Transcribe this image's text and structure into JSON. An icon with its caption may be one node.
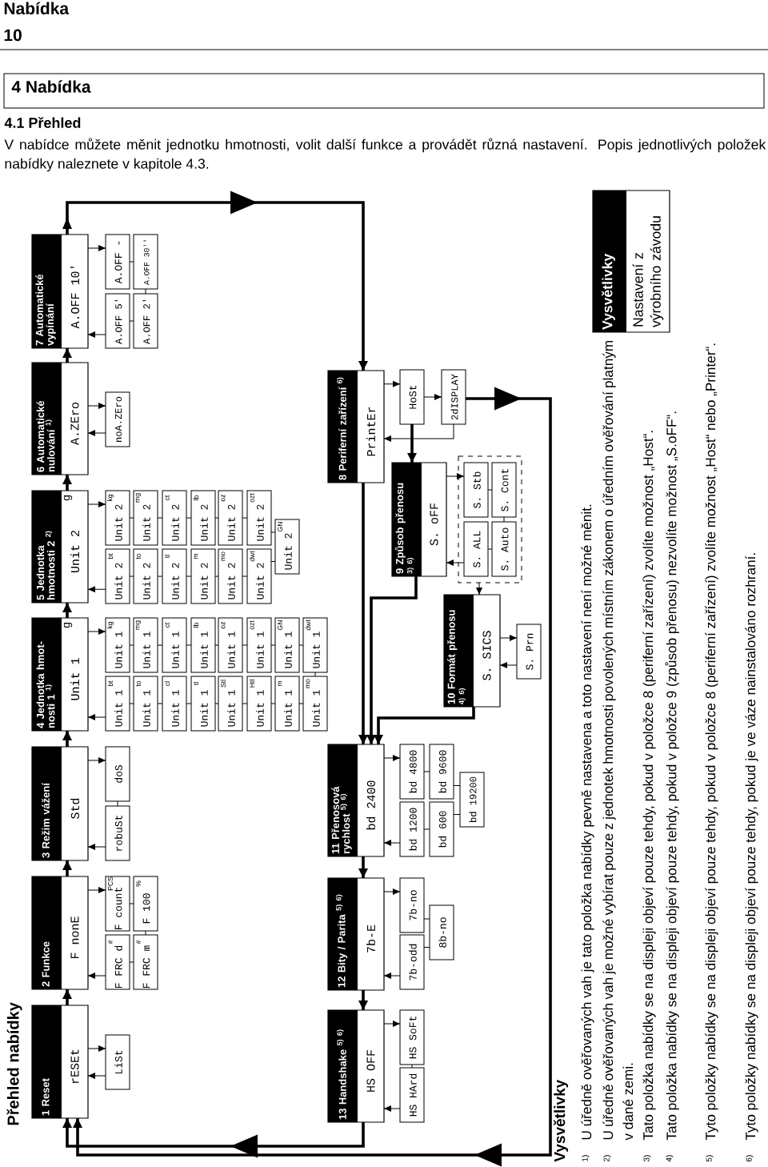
{
  "diagram": {
    "title": "Přehled nabídky",
    "nodes": [
      {
        "text": [
          "1 Reset",
          "rESEt"
        ]
      },
      {
        "text": [
          "LiSt"
        ]
      },
      {
        "text": [
          "2 Funkce",
          "F nonE"
        ]
      },
      {
        "text": [
          "F count",
          "PCS"
        ]
      },
      {
        "text": [
          "F 100",
          "%"
        ]
      },
      {
        "text": [
          "F FRC m",
          "#"
        ]
      },
      {
        "text": [
          "F FRC d",
          "#"
        ]
      },
      {
        "text": [
          "3 Režim vážení",
          "Std"
        ]
      },
      {
        "text": [
          "doS"
        ]
      },
      {
        "text": [
          "robuSt"
        ]
      },
      {
        "text": [
          "4 Jednotka hmot- nosti 1 $^{1)}$",
          "Unit 1",
          "g"
        ]
      },
      {
        "text": [
          "Unit 1",
          "kg"
        ]
      },
      {
        "text": [
          "Unit 1",
          "mg"
        ]
      },
      {
        "text": [
          "Unit 1",
          "ct"
        ]
      },
      {
        "text": [
          "Unit 1",
          "lb"
        ]
      },
      {
        "text": [
          "Unit 1",
          "oz"
        ]
      },
      {
        "text": [
          "Unit 1",
          "ozt"
        ]
      },
      {
        "text": [
          "Unit 1",
          "GN"
        ]
      },
      {
        "text": [
          "Unit 1",
          "dwt"
        ]
      },
      {
        "text": [
          "Unit 1",
          "bt"
        ]
      },
      {
        "text": [
          "Unit 1",
          "to"
        ]
      },
      {
        "text": [
          "Unit 1",
          "cl"
        ]
      },
      {
        "text": [
          "Unit 1",
          "tl"
        ]
      },
      {
        "text": [
          "Unit 1",
          "Stl"
        ]
      },
      {
        "text": [
          "Unit 1",
          "Htl"
        ]
      },
      {
        "text": [
          "Unit 1",
          "m"
        ]
      },
      {
        "text": [
          "Unit 1",
          "mo"
        ]
      },
      {
        "text": [
          "5 Jednotka hmotnosti 2 $^{2)}$",
          "Unit 2",
          "g"
        ]
      },
      {
        "text": [
          "Unit 2",
          "kg"
        ]
      },
      {
        "text": [
          "Unit 2",
          "mg"
        ]
      },
      {
        "text": [
          "Unit 2",
          "ct"
        ]
      },
      {
        "text": [
          "Unit 2",
          "lb"
        ]
      },
      {
        "text": [
          "Unit 2",
          "oz"
        ]
      },
      {
        "text": [
          "Unit 2",
          "ozt"
        ]
      },
      {
        "text": [
          "Unit 2",
          "bt"
        ]
      },
      {
        "text": [
          "Unit 2",
          "to"
        ]
      },
      {
        "text": [
          "Unit 2",
          "tl"
        ]
      },
      {
        "text": [
          "Unit 2",
          "m"
        ]
      },
      {
        "text": [
          "Unit 2",
          "mo"
        ]
      },
      {
        "text": [
          "Unit 2",
          "dwt"
        ]
      },
      {
        "text": [
          "Unit 2",
          "GN"
        ]
      },
      {
        "text": [
          "6 Automatické nulování $^{1)}$",
          "A.ZEro"
        ]
      },
      {
        "text": [
          "noA.ZEro"
        ]
      },
      {
        "text": [
          "7 Automatické vypínání",
          "A.OFF 10'"
        ]
      },
      {
        "text": [
          "A.OFF -"
        ]
      },
      {
        "text": [
          "A.OFF 5'"
        ]
      },
      {
        "text": [
          "A.OFF 30''"
        ]
      },
      {
        "text": [
          "A.OFF 2'"
        ]
      },
      {
        "text": [
          "8 Periferní zařízení $^{6)}$",
          "PrintEr"
        ]
      },
      {
        "text": [
          "HoSt"
        ]
      },
      {
        "text": [
          "2dISPLAY"
        ]
      },
      {
        "text": [
          "9 Způsob přenosu $^{3) 6)}$",
          "S. oFF"
        ]
      },
      {
        "text": [],
        "shape": "box"
      },
      {
        "text": [
          "S. Stb"
        ],
        "in": 52
      },
      {
        "text": [
          "S. ALL"
        ],
        "in": 52
      },
      {
        "text": [
          "S. Cont"
        ],
        "in": 52
      },
      {
        "text": [
          "S. Auto"
        ],
        "in": 52
      },
      {
        "text": [
          "10 Formát přenosu $^{4) 6)}$",
          "S. SICS"
        ]
      },
      {
        "text": [
          "S. Prn"
        ]
      },
      {
        "text": [
          "11 Přenosová rychlost $^{5) 6)}$",
          "bd 2400"
        ]
      },
      {
        "text": [
          "bd 4800"
        ]
      },
      {
        "text": [
          "bd 1200"
        ]
      },
      {
        "text": [
          "bd 9600"
        ]
      },
      {
        "text": [
          "bd 600"
        ]
      },
      {
        "text": [
          "bd 19200"
        ]
      },
      {
        "text": [
          "12 Bity / Parita $^{5) 6)}$",
          "7b-E"
        ]
      },
      {
        "text": [
          "7b-no"
        ]
      },
      {
        "text": [
          "7b-odd"
        ]
      },
      {
        "text": [
          "8b-no"
        ]
      },
      {
        "text": [
          "13 Handshake $^{5) 6)}$",
          "HS OFF"
        ]
      },
      {
        "text": [
          "HS SoFt"
        ]
      },
      {
        "text": [
          "HS HArd"
        ]
      },
      {
        "text": [
          "Vysvětlivky",
          "Nastavení z výrobního závodu"
        ]
      }
    ],
    "edges": [
      {
        "from": 0,
        "to": 2,
        "arrow": "to",
        "style": "thick"
      },
      {
        "from": 2,
        "to": 7,
        "arrow": "to",
        "style": "thick"
      },
      {
        "from": 7,
        "to": 10,
        "arrow": "to",
        "style": "thick"
      },
      {
        "from": 10,
        "to": 27,
        "arrow": "to",
        "style": "thick"
      },
      {
        "from": 27,
        "to": 41,
        "arrow": "to",
        "style": "thick"
      },
      {
        "from": 41,
        "to": 43,
        "arrow": "to",
        "style": "thick"
      },
      {
        "from": 43,
        "to": 48,
        "arrow": "to",
        "style": "thick"
      },
      {
        "from": 48,
        "to": 59,
        "arrow": "to",
        "style": "thick"
      },
      {
        "from": 51,
        "to": 59,
        "arrow": "to",
        "style": "thick"
      },
      {
        "from": 57,
        "to": 59,
        "arrow": "to",
        "style": "thick"
      },
      {
        "from": 59,
        "to": 65,
        "arrow": "to",
        "style": "thick"
      },
      {
        "from": 65,
        "to": 69,
        "arrow": "to",
        "style": "thick"
      },
      {
        "from": 69,
        "to": 0,
        "arrow": "to",
        "style": "thick"
      },
      {
        "from": 50,
        "to": 0,
        "arrow": "to",
        "style": "thick"
      },
      {
        "from": 0,
        "to": 1,
        "arrow": "to"
      },
      {
        "from": 1,
        "to": 0,
        "arrow": "to"
      },
      {
        "from": 2,
        "to": 3,
        "arrow": "to"
      },
      {
        "from": 3,
        "to": 4,
        "arrow": "none"
      },
      {
        "from": 4,
        "to": 5,
        "arrow": "none"
      },
      {
        "from": 5,
        "to": 6,
        "arrow": "none"
      },
      {
        "from": 6,
        "to": 2,
        "arrow": "to"
      },
      {
        "from": 7,
        "to": 8,
        "arrow": "to"
      },
      {
        "from": 8,
        "to": 9,
        "arrow": "none"
      },
      {
        "from": 9,
        "to": 7,
        "arrow": "to"
      },
      {
        "from": 10,
        "to": 11,
        "arrow": "to"
      },
      {
        "from": 11,
        "to": 12,
        "arrow": "none"
      },
      {
        "from": 12,
        "to": 13,
        "arrow": "none"
      },
      {
        "from": 13,
        "to": 14,
        "arrow": "none"
      },
      {
        "from": 14,
        "to": 15,
        "arrow": "none"
      },
      {
        "from": 15,
        "to": 16,
        "arrow": "none"
      },
      {
        "from": 16,
        "to": 17,
        "arrow": "none"
      },
      {
        "from": 17,
        "to": 18,
        "arrow": "none"
      },
      {
        "from": 18,
        "to": 26,
        "arrow": "none"
      },
      {
        "from": 26,
        "to": 25,
        "arrow": "none"
      },
      {
        "from": 25,
        "to": 24,
        "arrow": "none"
      },
      {
        "from": 24,
        "to": 23,
        "arrow": "none"
      },
      {
        "from": 23,
        "to": 22,
        "arrow": "none"
      },
      {
        "from": 22,
        "to": 21,
        "arrow": "none"
      },
      {
        "from": 21,
        "to": 20,
        "arrow": "none"
      },
      {
        "from": 20,
        "to": 19,
        "arrow": "none"
      },
      {
        "from": 19,
        "to": 10,
        "arrow": "to"
      },
      {
        "from": 27,
        "to": 28,
        "arrow": "to"
      },
      {
        "from": 28,
        "to": 29,
        "arrow": "none"
      },
      {
        "from": 29,
        "to": 30,
        "arrow": "none"
      },
      {
        "from": 30,
        "to": 31,
        "arrow": "none"
      },
      {
        "from": 31,
        "to": 32,
        "arrow": "none"
      },
      {
        "from": 32,
        "to": 33,
        "arrow": "none"
      },
      {
        "from": 33,
        "to": 40,
        "arrow": "none"
      },
      {
        "from": 40,
        "to": 39,
        "arrow": "none"
      },
      {
        "from": 39,
        "to": 38,
        "arrow": "none"
      },
      {
        "from": 38,
        "to": 37,
        "arrow": "none"
      },
      {
        "from": 37,
        "to": 36,
        "arrow": "none"
      },
      {
        "from": 36,
        "to": 35,
        "arrow": "none"
      },
      {
        "from": 35,
        "to": 34,
        "arrow": "none"
      },
      {
        "from": 34,
        "to": 27,
        "arrow": "to"
      },
      {
        "from": 41,
        "to": 42,
        "arrow": "to"
      },
      {
        "from": 42,
        "to": 41,
        "arrow": "to"
      },
      {
        "from": 43,
        "to": 44,
        "arrow": "to"
      },
      {
        "from": 44,
        "to": 46,
        "arrow": "none"
      },
      {
        "from": 46,
        "to": 47,
        "arrow": "none"
      },
      {
        "from": 47,
        "to": 45,
        "arrow": "none"
      },
      {
        "from": 45,
        "to": 43,
        "arrow": "to"
      },
      {
        "from": 48,
        "to": 49,
        "arrow": "to"
      },
      {
        "from": 49,
        "to": 50,
        "arrow": "to"
      },
      {
        "from": 50,
        "to": 48,
        "arrow": "to"
      },
      {
        "from": 49,
        "to": 51,
        "arrow": "to",
        "style": "thick"
      },
      {
        "from": 51,
        "to": 53,
        "arrow": "to"
      },
      {
        "from": 53,
        "to": 55,
        "arrow": "none"
      },
      {
        "from": 55,
        "to": 56,
        "arrow": "none"
      },
      {
        "from": 56,
        "to": 54,
        "arrow": "none"
      },
      {
        "from": 54,
        "to": 51,
        "arrow": "to"
      },
      {
        "from": 52,
        "to": 57,
        "arrow": "to"
      },
      {
        "from": 57,
        "to": 58,
        "arrow": "to"
      },
      {
        "from": 58,
        "to": 57,
        "arrow": "to"
      },
      {
        "from": 59,
        "to": 60,
        "arrow": "to"
      },
      {
        "from": 60,
        "to": 62,
        "arrow": "none"
      },
      {
        "from": 62,
        "to": 64,
        "arrow": "none"
      },
      {
        "from": 64,
        "to": 63,
        "arrow": "none"
      },
      {
        "from": 63,
        "to": 61,
        "arrow": "none"
      },
      {
        "from": 61,
        "to": 59,
        "arrow": "to"
      },
      {
        "from": 65,
        "to": 66,
        "arrow": "to"
      },
      {
        "from": 66,
        "to": 68,
        "arrow": "none"
      },
      {
        "from": 68,
        "to": 67,
        "arrow": "none"
      },
      {
        "from": 67,
        "to": 65,
        "arrow": "to"
      },
      {
        "from": 69,
        "to": 70,
        "arrow": "to"
      },
      {
        "from": 70,
        "to": 71,
        "arrow": "none"
      },
      {
        "from": 71,
        "to": 69,
        "arrow": "to"
      }
    ],
    "labels": [
      "Nabídka",
      "10",
      "4 Nabídka",
      "4.1 Přehled",
      "V nabídce můžete měnit jednotku hmotnosti, volit další funkce a provádět různá nastavení. Popis jednotlivých položek nabídky naleznete v kapitole 4.3.",
      "Vysvětlivky",
      "1)",
      "U úředně ověřovaných vah je tato položka nabídky pevně nastavena a toto nastavení není možné měnit.",
      "2)",
      "U úředně ověřovaných vah je možné vybírat pouze z jednotek hmotnosti povolených místním zákonem o úředním ověřování platným v dané zemi.",
      "3)",
      "Tato položka nabídky se na displeji objeví pouze tehdy, pokud v položce 8 (periferní zařízení) zvolíte možnost „Host“.",
      "4)",
      "Tato položka nabídky se na displeji objeví pouze tehdy, pokud v položce 9 (způsob přenosu) nezvolíte možnost „S.oFF“.",
      "5)",
      "Tyto položky nabídky se na displeji objeví pouze tehdy, pokud v položce 8 (periferní zařízení) zvolíte možnost „Host“ nebo „Printer“.",
      "6)",
      "Tyto položky nabídky se na displeji objeví pouze tehdy, pokud je ve váze nainstalováno rozhraní."
    ]
  }
}
